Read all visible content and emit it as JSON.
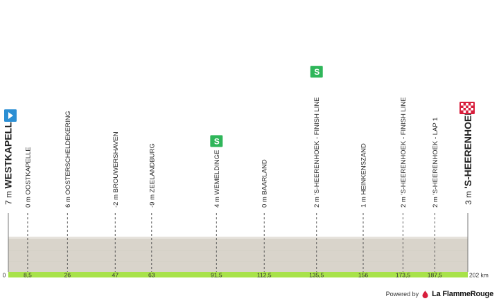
{
  "chart_data": {
    "type": "area",
    "start": {
      "name": "WESTKAPELLE",
      "alt": "7 m",
      "km": 0
    },
    "finish": {
      "name": "'S-HEERENHOEK",
      "alt": "3 m",
      "km": 202
    },
    "km_start_label": "0",
    "km_end_label": "202 km",
    "xlim": [
      0,
      202
    ],
    "waypoints": [
      {
        "km": 8.5,
        "km_label": "8,5",
        "alt": "0 m",
        "name": "OOSTKAPELLE",
        "badge": ""
      },
      {
        "km": 26,
        "km_label": "26",
        "alt": "6 m",
        "name": "OOSTERSCHELDEKERING",
        "badge": ""
      },
      {
        "km": 47,
        "km_label": "47",
        "alt": "-2 m",
        "name": "BROUWERSHAVEN",
        "badge": ""
      },
      {
        "km": 63,
        "km_label": "63",
        "alt": "-9 m",
        "name": "ZEELANDBURG",
        "badge": ""
      },
      {
        "km": 91.5,
        "km_label": "91,5",
        "alt": "4 m",
        "name": "WEMELDINGE",
        "badge": "sprint"
      },
      {
        "km": 112.5,
        "km_label": "112,5",
        "alt": "0 m",
        "name": "BAARLAND",
        "badge": ""
      },
      {
        "km": 135.5,
        "km_label": "135,5",
        "alt": "2 m",
        "name": "'S-HEERENHOEK - FINISH LINE",
        "badge": "sprint"
      },
      {
        "km": 156,
        "km_label": "156",
        "alt": "1 m",
        "name": "HEINKENSZAND",
        "badge": ""
      },
      {
        "km": 173.5,
        "km_label": "173,5",
        "alt": "2 m",
        "name": "'S-HEERENHOEK - FINISH LINE",
        "badge": ""
      },
      {
        "km": 187.5,
        "km_label": "187,5",
        "alt": "2 m",
        "name": "'S-HEERENHOEK - LAP 1",
        "badge": ""
      }
    ],
    "colors": {
      "profile": "#d9d4cb",
      "profile_edge": "#e6e2dc",
      "road": "#a8e24a",
      "sprint": "#2fb65a",
      "start_flag": "#2b8fd4",
      "finish_flag": "#d81e3c",
      "guide": "#5a5a5a"
    }
  },
  "credit": {
    "powered_by": "Powered by",
    "brand": "La FlammeRouge"
  }
}
